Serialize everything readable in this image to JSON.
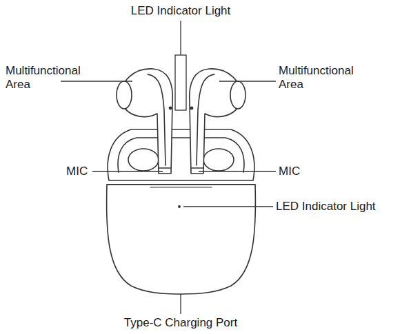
{
  "diagram": {
    "labels": [
      "LED Indicator Light",
      "Multifunctional Area",
      "Multifunctional Area",
      "MIC",
      "MIC",
      "LED Indicator Light",
      "Type-C Charging Port"
    ]
  }
}
